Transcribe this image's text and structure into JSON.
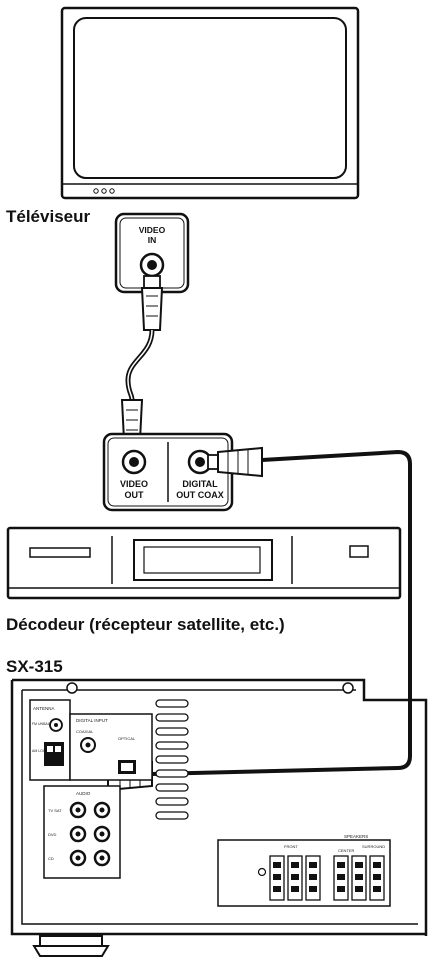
{
  "labels": {
    "tv": "Téléviseur",
    "decoder": "Décodeur (récepteur satellite, etc.)",
    "receiver": "SX-315"
  },
  "tv_jack": {
    "line1": "VIDEO",
    "line2": "IN"
  },
  "decoder_jacks": {
    "video_out": {
      "line1": "VIDEO",
      "line2": "OUT"
    },
    "digital_out": {
      "line1": "DIGITAL",
      "line2": "OUT COAX"
    }
  },
  "receiver_panel": {
    "antenna": "ANTENNA",
    "am_loop": "AM LOOP",
    "fm_unbal": "FM UNBAL 75Ω",
    "digital_input": "DIGITAL INPUT",
    "coaxial": "COAXIAL",
    "optical": "OPTICAL",
    "audio": "AUDIO",
    "tv_sat": "TV SAT",
    "dvd": "DVD",
    "cd": "CD",
    "speakers": "SPEAKERS",
    "front": "FRONT",
    "center": "CENTER",
    "surround": "SURROUND"
  },
  "colors": {
    "stroke": "#111111",
    "panel": "#f4f4f4",
    "cable": "#1a1a1a"
  }
}
